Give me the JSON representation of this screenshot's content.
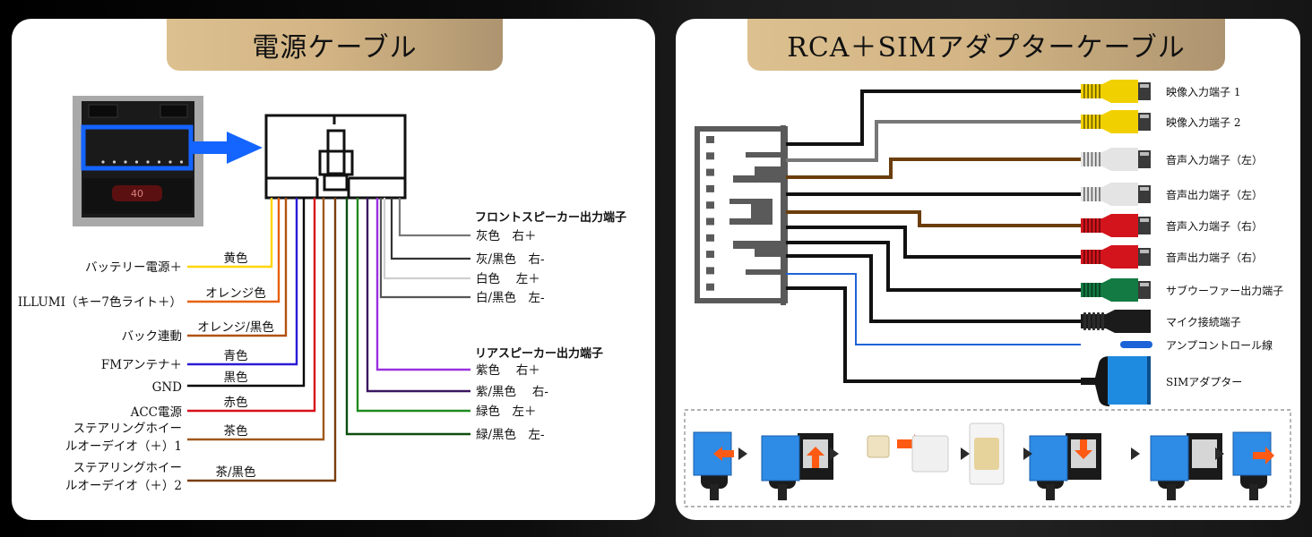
{
  "left_panel": {
    "title": "電源ケーブル",
    "left_wires": [
      {
        "label": "バッテリー電源＋",
        "color_name": "黄色",
        "color": "#ffd500"
      },
      {
        "label": "ILLUMI（キー7色ライト＋）",
        "color_name": "オレンジ色",
        "color": "#e8600a"
      },
      {
        "label": "バック連動",
        "color_name": "オレンジ/黒色",
        "color": "#b2520e"
      },
      {
        "label": "FMアンテナ＋",
        "color_name": "青色",
        "color": "#2a1bd6"
      },
      {
        "label": "GND",
        "color_name": "黒色",
        "color": "#000000"
      },
      {
        "label": "ACC電源",
        "color_name": "赤色",
        "color": "#d8101a"
      },
      {
        "label_lines": [
          "ステアリングホイー",
          "ルオーデイオ（＋）1"
        ],
        "color_name": "茶色",
        "color": "#a0581c"
      },
      {
        "label_lines": [
          "ステアリングホイー",
          "ルオーデイオ（＋）2"
        ],
        "color_name": "茶/黒色",
        "color": "#7a3e0c"
      }
    ],
    "front_speaker": {
      "heading": "フロントスピーカー出力端子",
      "items": [
        {
          "label": "灰色　右＋",
          "color": "#777777"
        },
        {
          "label": "灰/黒色　右-",
          "color": "#333333"
        },
        {
          "label": "白色　 左＋",
          "color": "#cfcfcf"
        },
        {
          "label": "白/黒色　左-",
          "color": "#555555"
        }
      ]
    },
    "rear_speaker": {
      "heading": "リアスピーカー出力端子",
      "items": [
        {
          "label": "紫色　 右＋",
          "color": "#9b30e0"
        },
        {
          "label": "紫/黒色　 右-",
          "color": "#3a1660"
        },
        {
          "label": "緑色　左＋",
          "color": "#1e8a1e"
        },
        {
          "label": "緑/黒色　左-",
          "color": "#0c4d0c"
        }
      ]
    },
    "highlight_color": "#1464ff"
  },
  "right_panel": {
    "title": "RCA＋SIMアダプターケーブル",
    "connectors": [
      {
        "label": "映像入力端子 1",
        "type": "rca",
        "plug_color": "#f1d000",
        "wire_color": "#111111"
      },
      {
        "label": "映像入力端子 2",
        "type": "rca",
        "plug_color": "#f1d000",
        "wire_color": "#777777"
      },
      {
        "label": "音声入力端子（左）",
        "type": "rca",
        "plug_color": "#e4e4e4",
        "wire_color": "#6b3d0c"
      },
      {
        "label": "音声出力端子（左）",
        "type": "rca",
        "plug_color": "#e4e4e4",
        "wire_color": "#111111"
      },
      {
        "label": "音声入力端子（右）",
        "type": "rca",
        "plug_color": "#d4141c",
        "wire_color": "#6b3d0c"
      },
      {
        "label": "音声出力端子（右）",
        "type": "rca",
        "plug_color": "#d4141c",
        "wire_color": "#111111"
      },
      {
        "label": "サブウーファー出力端子",
        "type": "rca",
        "plug_color": "#137a43",
        "wire_color": "#111111"
      },
      {
        "label": "マイク接続端子",
        "type": "mic",
        "plug_color": "#1b1b1b",
        "wire_color": "#111111"
      },
      {
        "label": "アンプコントロール線",
        "type": "amp",
        "plug_color": "#1d63d8",
        "wire_color": "#1d63d8"
      },
      {
        "label": "SIMアダプター",
        "type": "sim",
        "plug_color": "#1f8be0",
        "wire_color": "#111111"
      }
    ],
    "sim_steps": [
      "close-adapter",
      "open-cover",
      "sim-into-tray",
      "sim-card",
      "insert-sim",
      "inserted",
      "close-cover"
    ]
  }
}
